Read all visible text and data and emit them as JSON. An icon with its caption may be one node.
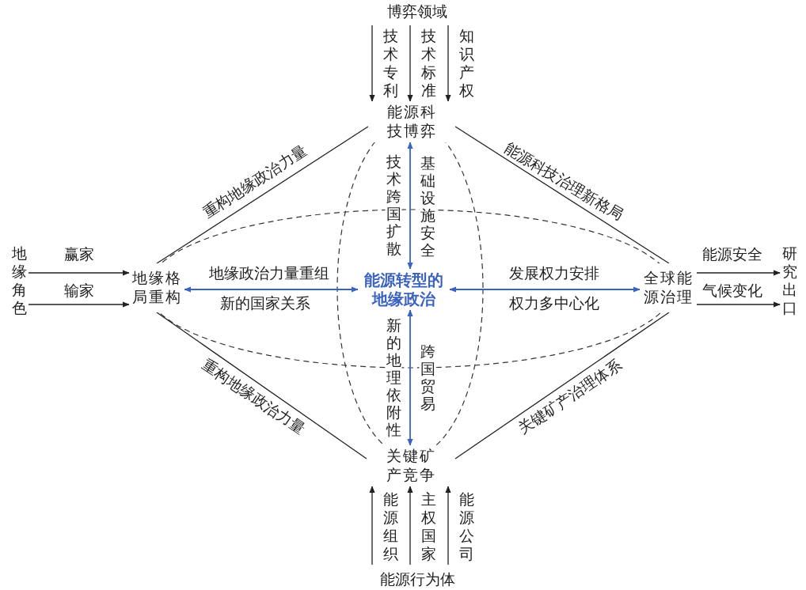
{
  "diagram": {
    "nodes": [
      {
        "text": [
          "技术专利"
        ]
      },
      {
        "text": [
          "技术标准"
        ]
      },
      {
        "text": [
          "知识产权"
        ]
      },
      {
        "text": [
          "能源科技博弈"
        ]
      },
      {
        "text": [
          "地缘角色"
        ]
      },
      {
        "text": [
          "地缘格局重构"
        ]
      },
      {
        "text": [
          "能源转型的地缘政治"
        ]
      },
      {
        "text": [
          "全球能源治理"
        ]
      },
      {
        "text": [
          "研究出口"
        ]
      },
      {
        "text": [
          "关键矿产竞争"
        ]
      },
      {
        "text": [
          "能源组织"
        ]
      },
      {
        "text": [
          "主权国家"
        ]
      },
      {
        "text": [
          "能源公司"
        ]
      }
    ],
    "edges": [
      {
        "from": 0,
        "to": 3,
        "arrow": "to"
      },
      {
        "from": 1,
        "to": 3,
        "arrow": "to"
      },
      {
        "from": 2,
        "to": 3,
        "arrow": "to"
      },
      {
        "from": 10,
        "to": 9,
        "arrow": "to"
      },
      {
        "from": 11,
        "to": 9,
        "arrow": "to"
      },
      {
        "from": 12,
        "to": 9,
        "arrow": "to"
      },
      {
        "from": 4,
        "to": 5,
        "arrow": "to",
        "label": "赢家"
      },
      {
        "from": 4,
        "to": 5,
        "arrow": "to",
        "label": "输家"
      },
      {
        "from": 7,
        "to": 8,
        "arrow": "to",
        "label": "能源安全"
      },
      {
        "from": 7,
        "to": 8,
        "arrow": "to",
        "label": "气候变化"
      },
      {
        "from": 3,
        "to": 5,
        "arrow": "none",
        "label": "重构地缘政治力量"
      },
      {
        "from": 3,
        "to": 7,
        "arrow": "none",
        "label": "能源科技治理新格局"
      },
      {
        "from": 5,
        "to": 9,
        "arrow": "none",
        "label": "重构地缘政治力量"
      },
      {
        "from": 7,
        "to": 9,
        "arrow": "none",
        "label": "关键矿产治理体系"
      },
      {
        "from": 6,
        "to": 3,
        "arrow": "both",
        "color": "#3a62c0",
        "label": "技术跨国扩散"
      },
      {
        "from": 6,
        "to": 5,
        "arrow": "both",
        "color": "#3a62c0",
        "label": "地缘政治力量重组"
      },
      {
        "from": 6,
        "to": 7,
        "arrow": "both",
        "color": "#3a62c0",
        "label": "发展权力安排"
      },
      {
        "from": 6,
        "to": 9,
        "arrow": "both",
        "color": "#3a62c0",
        "label": "新的地理依附性"
      }
    ],
    "labels": [
      "博弈领域",
      "基础设施安全",
      "新的国家关系",
      "权力多中心化",
      "跨国贸易",
      "能源行为体"
    ]
  }
}
